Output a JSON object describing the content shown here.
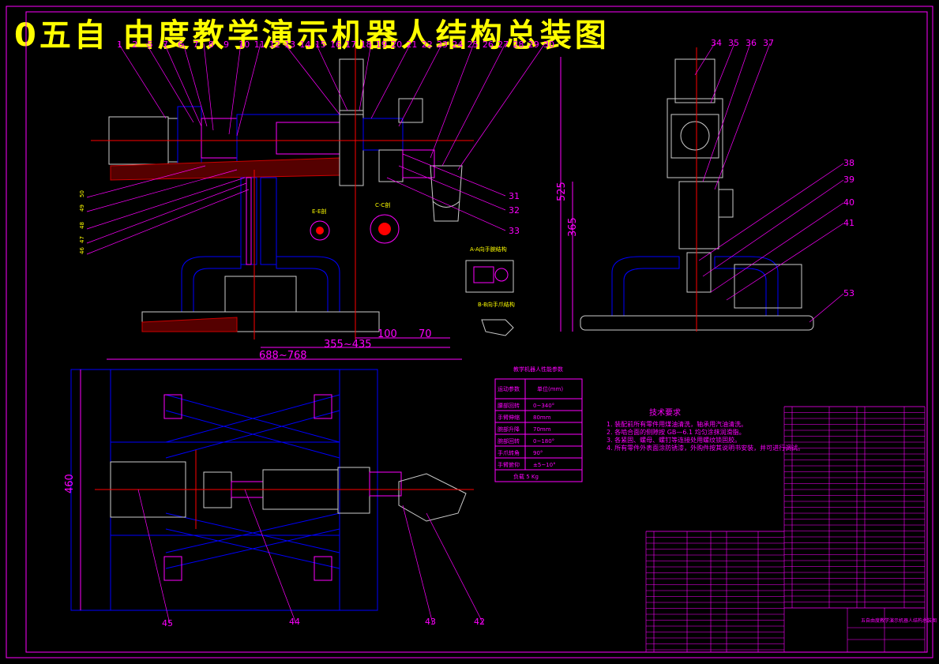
{
  "title": "0五自 由度教学演示机器人结构总装图",
  "dimensions": {
    "d100": "100",
    "d70": "70",
    "d355": "355~435",
    "d688": "688~768",
    "d525": "525",
    "d365": "365",
    "d460": "460"
  },
  "section_labels": {
    "ee": "E-E剖",
    "cc": "C-C剖",
    "aa": "A-A向手腕结构",
    "bb": "B-B向手爪结构"
  },
  "balloons_top": [
    "1",
    "2",
    "5",
    "7",
    "6",
    "7",
    "8",
    "9",
    "10",
    "11",
    "12",
    "13",
    "14",
    "15",
    "16",
    "17",
    "18",
    "19",
    "20",
    "21",
    "22",
    "23",
    "24",
    "25",
    "26",
    "27",
    "28",
    "29",
    "30"
  ],
  "balloons_right_front": [
    "31",
    "32",
    "33"
  ],
  "balloons_side": [
    "34",
    "35",
    "36",
    "37",
    "38",
    "39",
    "40",
    "41",
    "53"
  ],
  "balloons_bottom": [
    "45",
    "44",
    "43",
    "42"
  ],
  "balloons_left": [
    "50",
    "49",
    "48",
    "47",
    "46"
  ],
  "param_table": {
    "title": "教学机器人性能参数",
    "header": [
      "运动参数",
      "单位(mm)"
    ],
    "rows": [
      [
        "腰部回转",
        "0~340°"
      ],
      [
        "手臂伸缩",
        "80mm"
      ],
      [
        "腕部升降",
        "70mm"
      ],
      [
        "腕部回转",
        "0~180°"
      ],
      [
        "手爪转角",
        "90°"
      ],
      [
        "手臂俯仰",
        "±5~10°"
      ]
    ],
    "footer": "负载  5 Kg"
  },
  "tech_requirements": {
    "title": "技术要求",
    "items": [
      "1. 装配前所有零件用煤油清洗，轴承用汽油清洗。",
      "2. 各啮合面的侧隙按 GB—6.1 均匀涂抹润滑脂。",
      "3. 各紧固、螺母、螺钉等连接处用螺纹锁固胶。",
      "4. 所有零件外表面涂防锈漆，外购件按其说明书安装，并可进行调试。"
    ]
  },
  "title_block": {
    "name": "五自由度教学演示机器人结构总装图"
  }
}
